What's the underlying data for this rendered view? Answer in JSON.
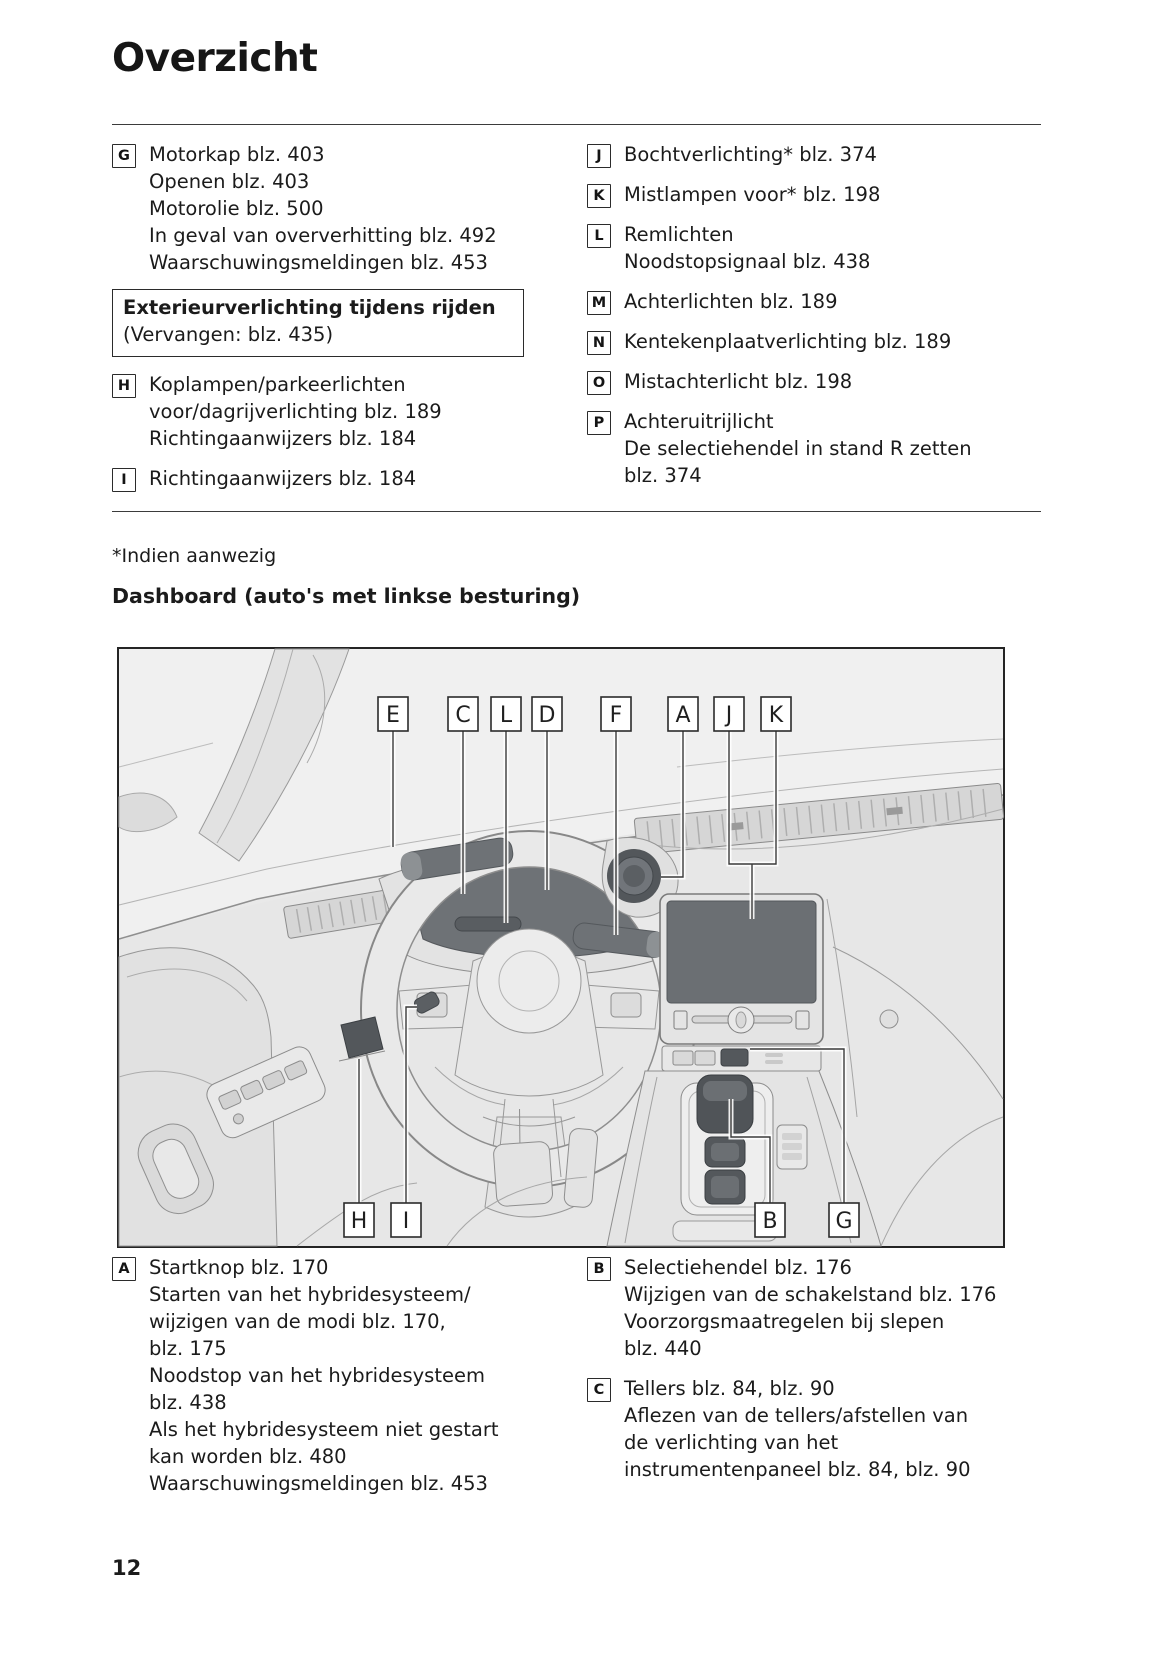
{
  "title": "Overzicht",
  "footnote": "*Indien aanwezig",
  "dashboard_heading": "Dashboard (auto's met linkse besturing)",
  "page_number": "12",
  "legend_top_left": {
    "g": {
      "key": "G",
      "lines": [
        "Motorkap blz. 403",
        "Openen blz. 403",
        "Motorolie blz. 500",
        "In geval van oververhitting blz. 492",
        "Waarschuwingsmeldingen blz. 453"
      ]
    },
    "note_box": {
      "title": "Exterieurverlichting tijdens rijden",
      "subtitle": "(Vervangen: blz. 435)"
    },
    "h": {
      "key": "H",
      "lines": [
        "Koplampen/parkeerlichten",
        "voor/dagrijverlichting blz. 189",
        "Richtingaanwijzers blz. 184"
      ]
    },
    "i": {
      "key": "I",
      "lines": [
        "Richtingaanwijzers blz. 184"
      ]
    }
  },
  "legend_top_right": {
    "j": {
      "key": "J",
      "lines": [
        "Bochtverlichting* blz. 374"
      ]
    },
    "k": {
      "key": "K",
      "lines": [
        "Mistlampen voor* blz. 198"
      ]
    },
    "l": {
      "key": "L",
      "lines": [
        "Remlichten",
        "Noodstopsignaal blz. 438"
      ]
    },
    "m": {
      "key": "M",
      "lines": [
        "Achterlichten blz. 189"
      ]
    },
    "n": {
      "key": "N",
      "lines": [
        "Kentekenplaatverlichting blz. 189"
      ]
    },
    "o": {
      "key": "O",
      "lines": [
        "Mistachterlicht blz. 198"
      ]
    },
    "p": {
      "key": "P",
      "lines": [
        "Achteruitrijlicht",
        "De selectiehendel in stand R zetten",
        "blz. 374"
      ]
    }
  },
  "legend_bottom_left": {
    "a": {
      "key": "A",
      "lines": [
        "Startknop blz. 170",
        "Starten van het hybridesysteem/",
        "wijzigen van de modi blz. 170,",
        "blz. 175",
        "Noodstop van het hybridesysteem",
        "blz. 438",
        "Als het hybridesysteem niet gestart",
        "kan worden blz. 480",
        "Waarschuwingsmeldingen blz. 453"
      ]
    }
  },
  "legend_bottom_right": {
    "b": {
      "key": "B",
      "lines": [
        "Selectiehendel blz. 176",
        "Wijzigen van de schakelstand blz. 176",
        "Voorzorgsmaatregelen bij slepen",
        "blz. 440"
      ]
    },
    "c": {
      "key": "C",
      "lines": [
        "Tellers blz. 84, blz. 90",
        "Aflezen van de tellers/afstellen van",
        "de verlichting van het",
        "instrumentenpaneel blz. 84, blz. 90"
      ]
    }
  },
  "diagram": {
    "top_labels": [
      "E",
      "C",
      "L",
      "D",
      "F",
      "A",
      "J",
      "K"
    ],
    "bottom_labels": [
      "H",
      "I",
      "B",
      "G"
    ]
  }
}
